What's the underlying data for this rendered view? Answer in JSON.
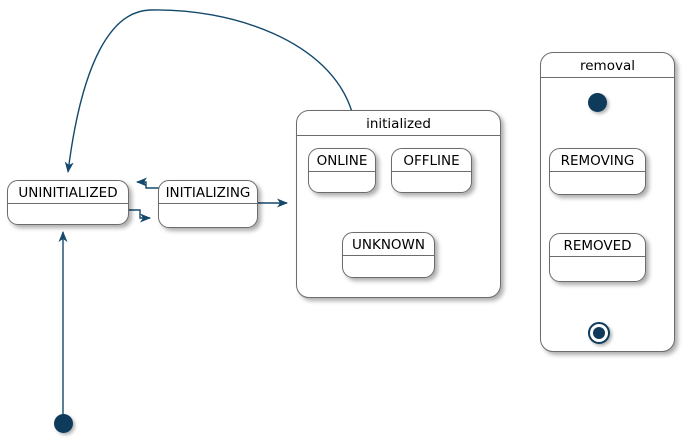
{
  "diagram": {
    "type": "uml-state-machine",
    "title": "",
    "background": "#FFFFFF",
    "colors": {
      "state_border": "#6C6C6C",
      "state_fill": "#FFFFFF",
      "edge": "#14496B",
      "node_fill": "#0E3A5C",
      "text": "#000000"
    }
  },
  "states": {
    "uninitialized": {
      "label": "UNINITIALIZED"
    },
    "initializing": {
      "label": "INITIALIZING"
    },
    "online": {
      "label": "ONLINE"
    },
    "offline": {
      "label": "OFFLINE"
    },
    "unknown": {
      "label": "UNKNOWN"
    },
    "removing": {
      "label": "REMOVING"
    },
    "removed": {
      "label": "REMOVED"
    }
  },
  "composites": {
    "initialized": {
      "label": "initialized"
    },
    "removal": {
      "label": "removal"
    }
  },
  "pseudo": {
    "start_main": {
      "label": "initial-state"
    },
    "start_removal": {
      "label": "initial-state"
    },
    "final_removal": {
      "label": "final-state"
    }
  },
  "transitions": [
    {
      "from": "start_main",
      "to": "UNINITIALIZED",
      "label": ""
    },
    {
      "from": "UNINITIALIZED",
      "to": "INITIALIZING",
      "label": ""
    },
    {
      "from": "INITIALIZING",
      "to": "UNINITIALIZED",
      "label": ""
    },
    {
      "from": "INITIALIZING",
      "to": "initialized",
      "label": ""
    },
    {
      "from": "initialized",
      "to": "UNINITIALIZED",
      "label": ""
    },
    {
      "from": "ONLINE",
      "to": "OFFLINE",
      "label": ""
    },
    {
      "from": "OFFLINE",
      "to": "ONLINE",
      "label": ""
    },
    {
      "from": "ONLINE",
      "to": "UNKNOWN",
      "label": ""
    },
    {
      "from": "UNKNOWN",
      "to": "ONLINE",
      "label": ""
    },
    {
      "from": "OFFLINE",
      "to": "UNKNOWN",
      "label": ""
    },
    {
      "from": "UNKNOWN",
      "to": "OFFLINE",
      "label": ""
    },
    {
      "from": "start_removal",
      "to": "REMOVING",
      "label": ""
    },
    {
      "from": "REMOVING",
      "to": "REMOVED",
      "label": ""
    },
    {
      "from": "REMOVED",
      "to": "final_removal",
      "label": ""
    }
  ]
}
